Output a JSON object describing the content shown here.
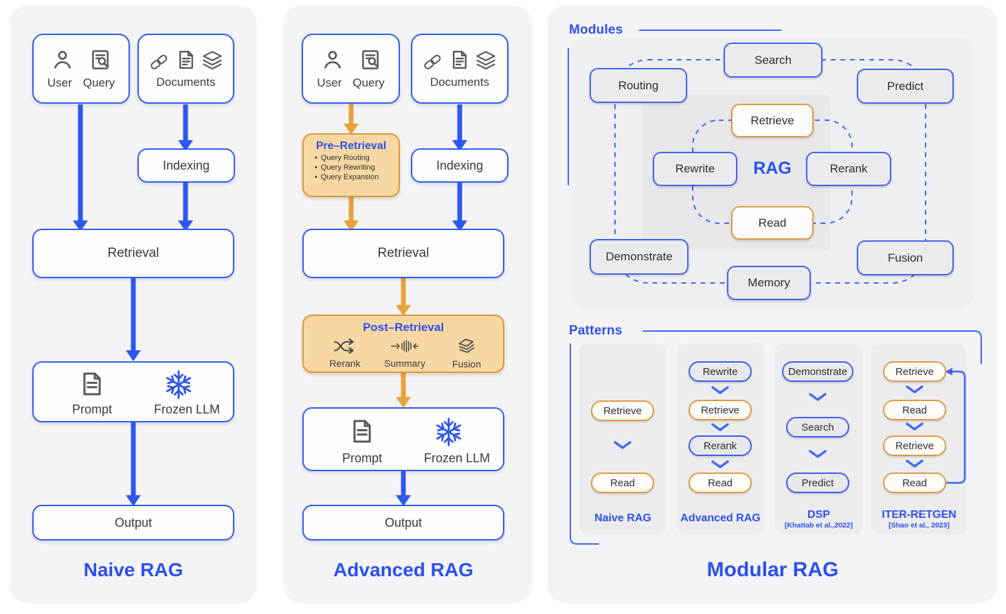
{
  "colors": {
    "blue": "#2f5bf0",
    "orange_border": "#e09a40",
    "orange_fill": "#f8d8a2",
    "arrow_orange": "#e8a23c",
    "panel_bg": "#f4f4f6"
  },
  "naive": {
    "title": "Naive RAG",
    "source": {
      "user": "User",
      "query": "Query"
    },
    "documents": "Documents",
    "indexing": "Indexing",
    "retrieval": "Retrieval",
    "prompt": "Prompt",
    "frozen_llm": "Frozen LLM",
    "output": "Output"
  },
  "advanced": {
    "title": "Advanced RAG",
    "source": {
      "user": "User",
      "query": "Query"
    },
    "documents": "Documents",
    "indexing": "Indexing",
    "retrieval": "Retrieval",
    "prompt": "Prompt",
    "frozen_llm": "Frozen LLM",
    "output": "Output",
    "pre_retrieval": {
      "title": "Pre–Retrieval",
      "items": [
        "Query Routing",
        "Query Rewriting",
        "Query Expansion"
      ]
    },
    "post_retrieval": {
      "title": "Post–Retrieval",
      "items": [
        "Rerank",
        "Summary",
        "Fusion"
      ]
    }
  },
  "modular": {
    "title": "Modular RAG",
    "modules_label": "Modules",
    "patterns_label": "Patterns",
    "rag_label": "RAG",
    "modules": [
      {
        "label": "Search",
        "style": "blue"
      },
      {
        "label": "Routing",
        "style": "blue"
      },
      {
        "label": "Predict",
        "style": "blue"
      },
      {
        "label": "Retrieve",
        "style": "orange"
      },
      {
        "label": "Rewrite",
        "style": "blue"
      },
      {
        "label": "Rerank",
        "style": "blue"
      },
      {
        "label": "Read",
        "style": "orange"
      },
      {
        "label": "Demonstrate",
        "style": "blue"
      },
      {
        "label": "Memory",
        "style": "blue"
      },
      {
        "label": "Fusion",
        "style": "blue"
      }
    ],
    "patterns": [
      {
        "name": "Naive RAG",
        "cite": "",
        "steps": [
          {
            "label": "Retrieve"
          },
          {
            "label": "Read"
          }
        ]
      },
      {
        "name": "Advanced RAG",
        "cite": "",
        "steps": [
          {
            "label": "Rewrite"
          },
          {
            "label": "Retrieve"
          },
          {
            "label": "Rerank"
          },
          {
            "label": "Read"
          }
        ]
      },
      {
        "name": "DSP",
        "cite": "[Khattab et al.,2022]",
        "steps": [
          {
            "label": "Demonstrate"
          },
          {
            "label": "Search"
          },
          {
            "label": "Predict"
          }
        ]
      },
      {
        "name": "ITER-RETGEN",
        "cite": "[Shao et al., 2023]",
        "steps": [
          {
            "label": "Retrieve"
          },
          {
            "label": "Read"
          },
          {
            "label": "Retrieve"
          },
          {
            "label": "Read"
          }
        ]
      }
    ]
  }
}
